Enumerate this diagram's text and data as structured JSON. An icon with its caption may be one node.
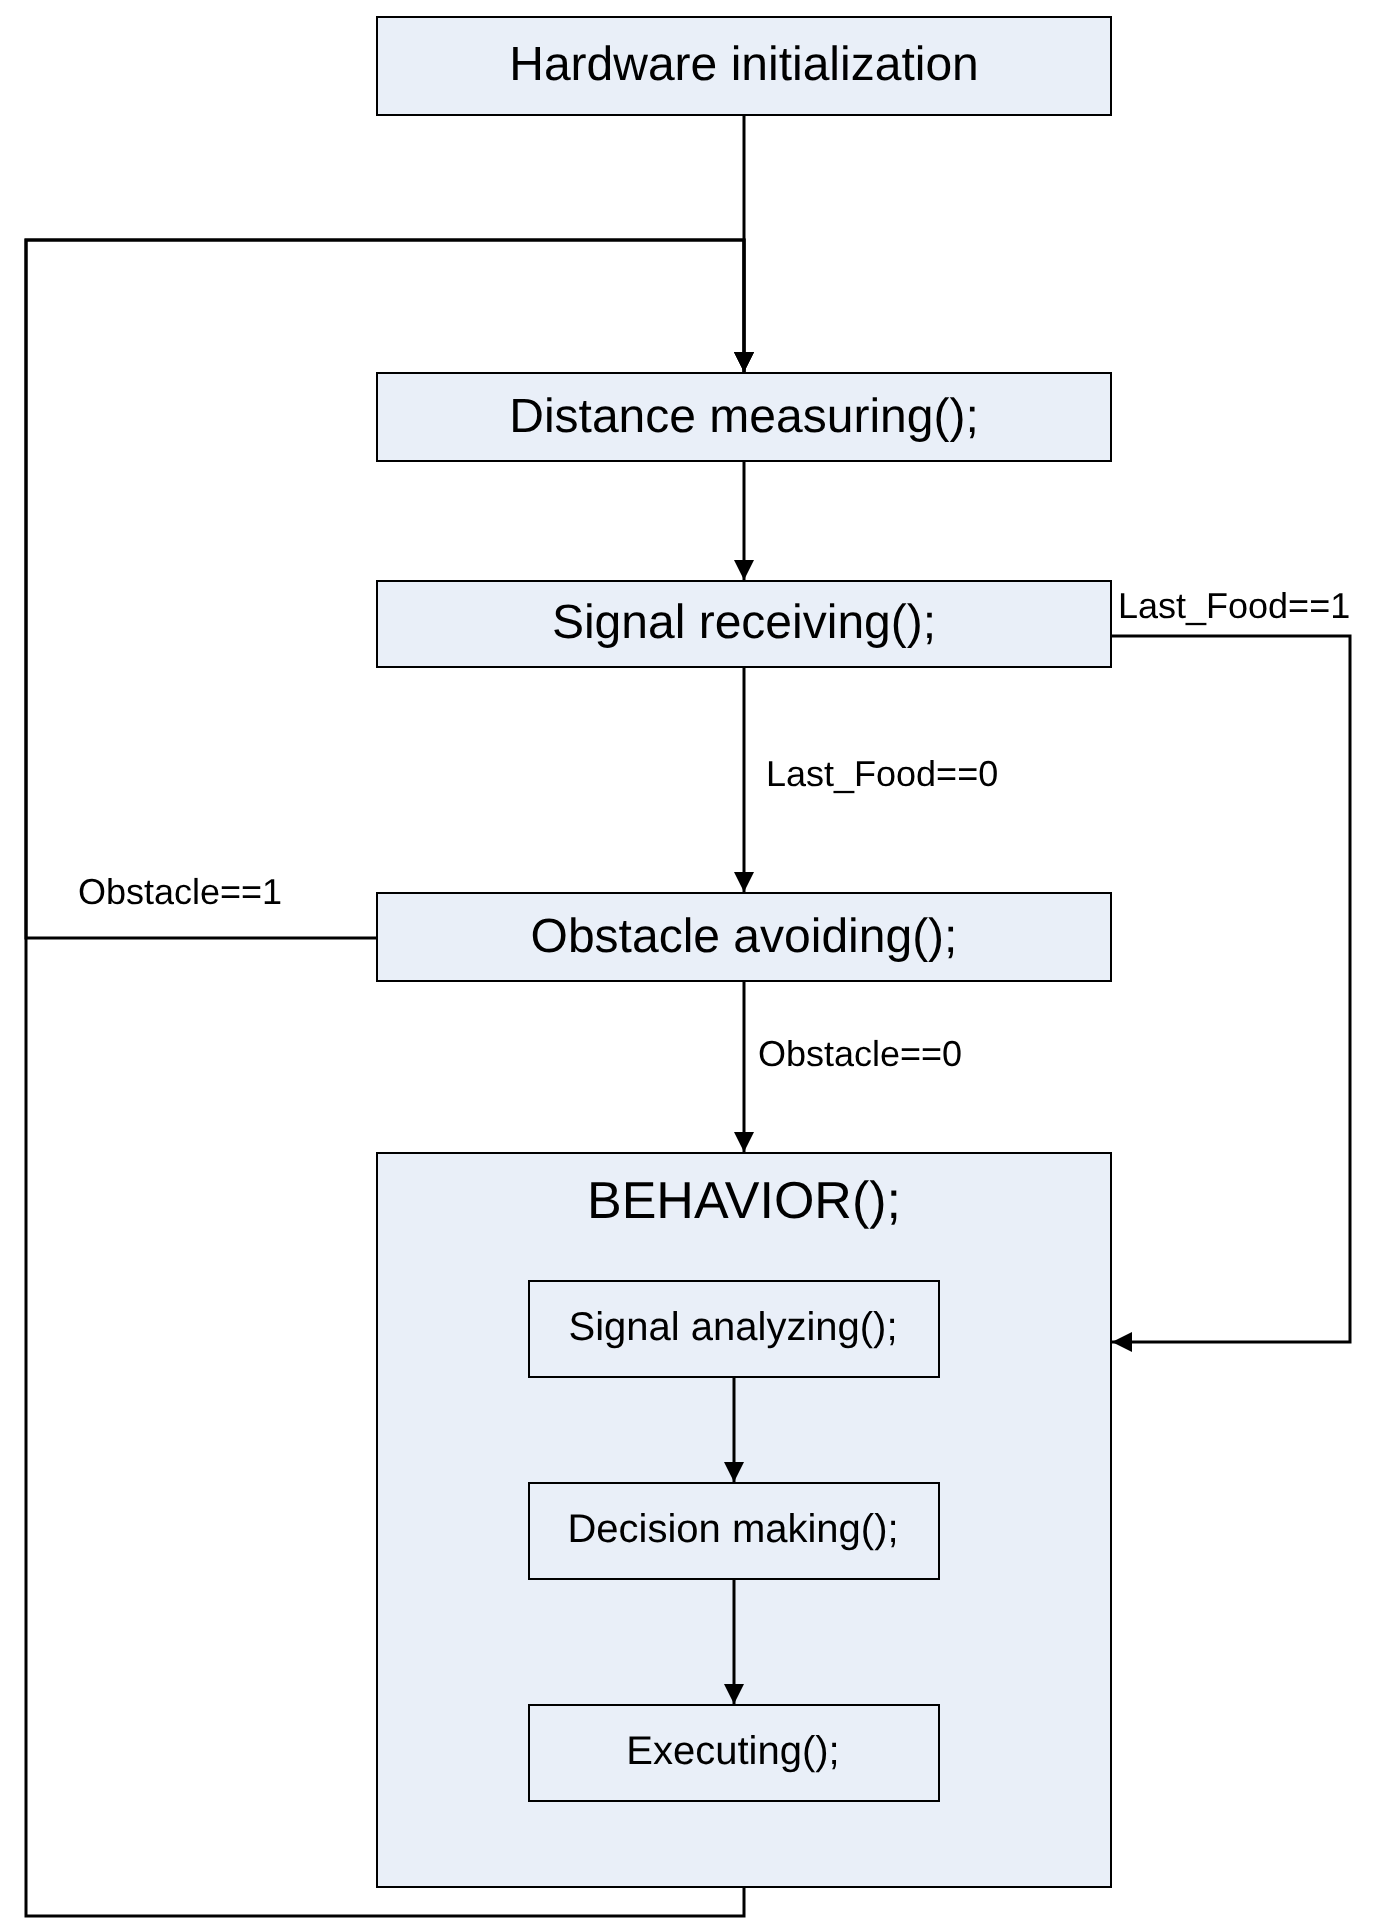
{
  "diagram": {
    "nodes": [
      {
        "text": [
          "Hardware initialization"
        ]
      },
      {
        "text": [
          "Distance measuring();"
        ]
      },
      {
        "text": [
          "Signal receiving();"
        ]
      },
      {
        "text": [
          "Obstacle avoiding();"
        ]
      },
      {
        "text": [
          "BEHAVIOR();"
        ]
      },
      {
        "text": [
          "Signal analyzing();"
        ],
        "in": 4
      },
      {
        "text": [
          "Decision making();"
        ],
        "in": 4
      },
      {
        "text": [
          "Executing();"
        ],
        "in": 4
      }
    ],
    "edges": [
      {
        "from": 0,
        "to": 1,
        "arrow": "to"
      },
      {
        "from": 1,
        "to": 2,
        "arrow": "to"
      },
      {
        "from": 2,
        "to": 3,
        "arrow": "to",
        "label": "Last_Food==0"
      },
      {
        "from": 2,
        "to": 4,
        "arrow": "to",
        "label": "Last_Food==1"
      },
      {
        "from": 3,
        "to": 1,
        "arrow": "to",
        "label": "Obstacle==1"
      },
      {
        "from": 3,
        "to": 4,
        "arrow": "to",
        "label": "Obstacle==0"
      },
      {
        "from": 4,
        "to": 1,
        "arrow": "to"
      },
      {
        "from": 5,
        "to": 6,
        "arrow": "to"
      },
      {
        "from": 6,
        "to": 7,
        "arrow": "to"
      }
    ]
  }
}
